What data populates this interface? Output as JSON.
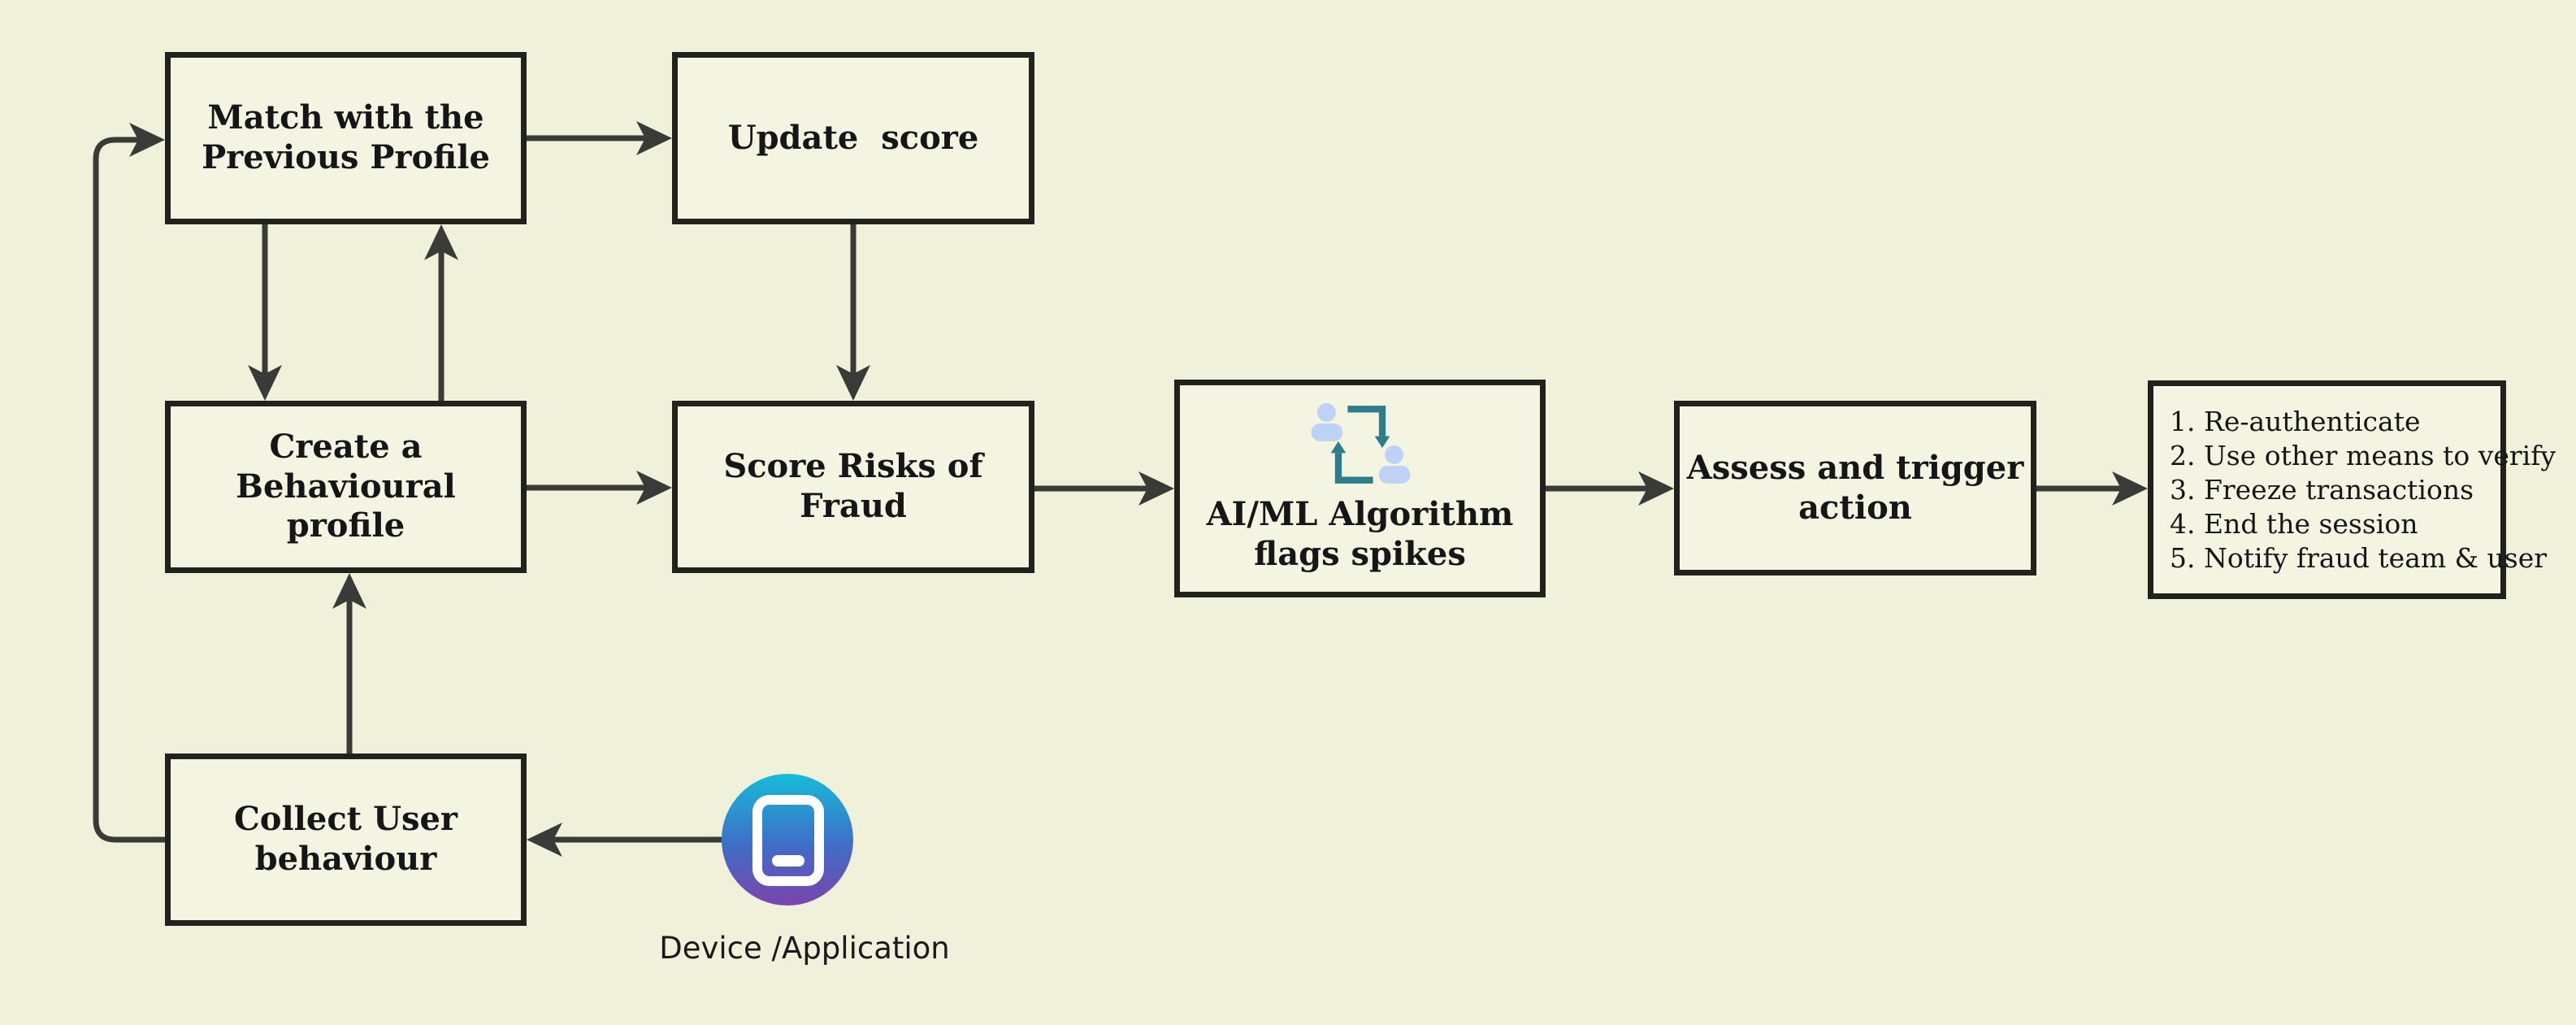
{
  "palette": {
    "background": "#eff1db",
    "node_fill": "#f3f5e2",
    "node_border": "#22221c",
    "connector": "#3a3a36",
    "label_text": "#161616",
    "icon_arrow_teal": "#2f7d88",
    "icon_person_blue": "#bdd2f5",
    "device_gradient_top": "#16bcd8",
    "device_gradient_mid": "#3f6dc6",
    "device_gradient_bottom": "#7b44ad"
  },
  "nodes": {
    "match": {
      "label": "Match with the\nPrevious Profile"
    },
    "update": {
      "label": "Update  score"
    },
    "create": {
      "label": "Create a Behavioural\nprofile"
    },
    "score": {
      "label": "Score Risks of Fraud"
    },
    "aiml": {
      "label": "AI/ML Algorithm\nflags spikes",
      "icon": "people-swap-icon"
    },
    "assess": {
      "label": "Assess and trigger\naction"
    },
    "actions": {
      "items": [
        "1. Re-authenticate",
        "2. Use other means to verify",
        "3. Freeze transactions",
        "4. End the session",
        "5. Notify fraud team & user"
      ]
    },
    "collect": {
      "label": "Collect User\nbehaviour"
    }
  },
  "device": {
    "label": "Device /Application",
    "icon": "mobile-device-icon"
  },
  "edges": [
    {
      "from": "match",
      "to": "update"
    },
    {
      "from": "update",
      "to": "score"
    },
    {
      "from": "match",
      "to": "create"
    },
    {
      "from": "create",
      "to": "match"
    },
    {
      "from": "create",
      "to": "score"
    },
    {
      "from": "score",
      "to": "aiml"
    },
    {
      "from": "aiml",
      "to": "assess"
    },
    {
      "from": "assess",
      "to": "actions"
    },
    {
      "from": "collect",
      "to": "create"
    },
    {
      "from": "collect",
      "to": "match"
    },
    {
      "from": "device",
      "to": "collect"
    }
  ]
}
